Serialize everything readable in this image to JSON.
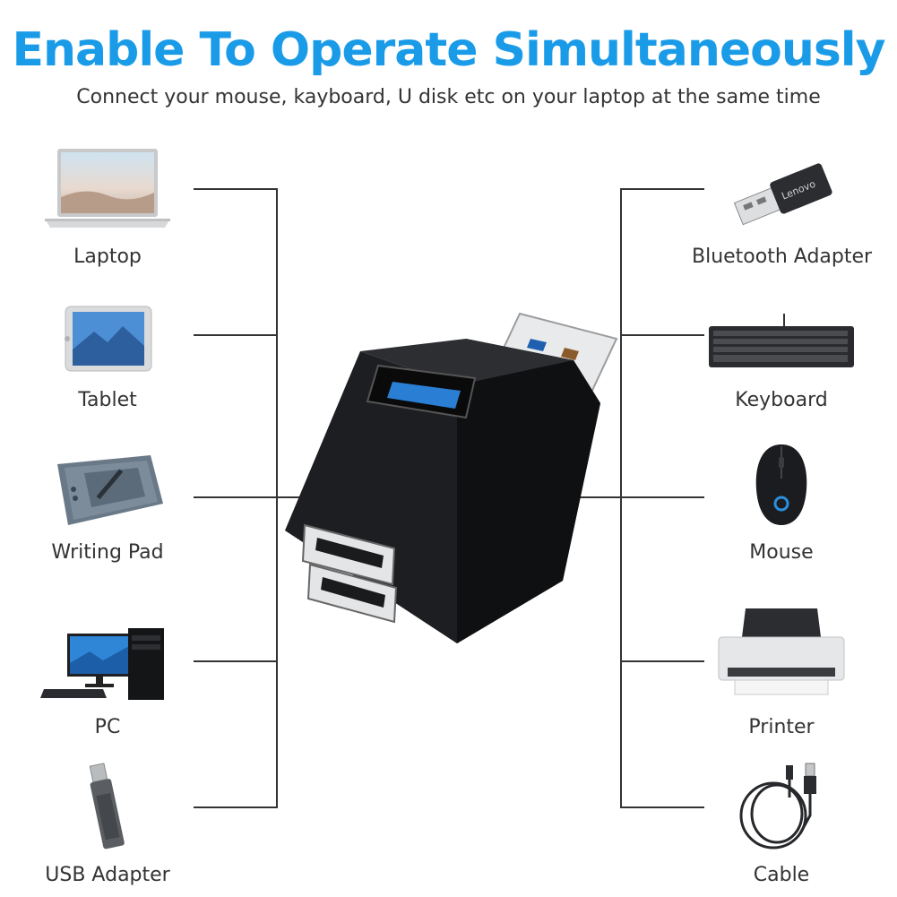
{
  "header": {
    "title": "Enable To Operate Simultaneously",
    "subtitle": "Connect your mouse, kayboard, U disk etc on your laptop at the same time"
  },
  "left_devices": [
    {
      "label": "Laptop",
      "icon": "laptop-icon"
    },
    {
      "label": "Tablet",
      "icon": "tablet-icon"
    },
    {
      "label": "Writing Pad",
      "icon": "writing-pad-icon"
    },
    {
      "label": "PC",
      "icon": "pc-icon"
    },
    {
      "label": "USB Adapter",
      "icon": "usb-adapter-icon"
    }
  ],
  "right_devices": [
    {
      "label": "Bluetooth Adapter",
      "icon": "bluetooth-adapter-icon"
    },
    {
      "label": "Keyboard",
      "icon": "keyboard-icon"
    },
    {
      "label": "Mouse",
      "icon": "mouse-icon"
    },
    {
      "label": "Printer",
      "icon": "printer-icon"
    },
    {
      "label": "Cable",
      "icon": "cable-icon"
    }
  ],
  "product": {
    "icon": "usb-hub-icon",
    "adapter_brand": "Lenovo"
  },
  "colors": {
    "title": "#1a9be8",
    "text": "#333333",
    "line": "#333333",
    "usb3_port": "#2a7fd4"
  }
}
